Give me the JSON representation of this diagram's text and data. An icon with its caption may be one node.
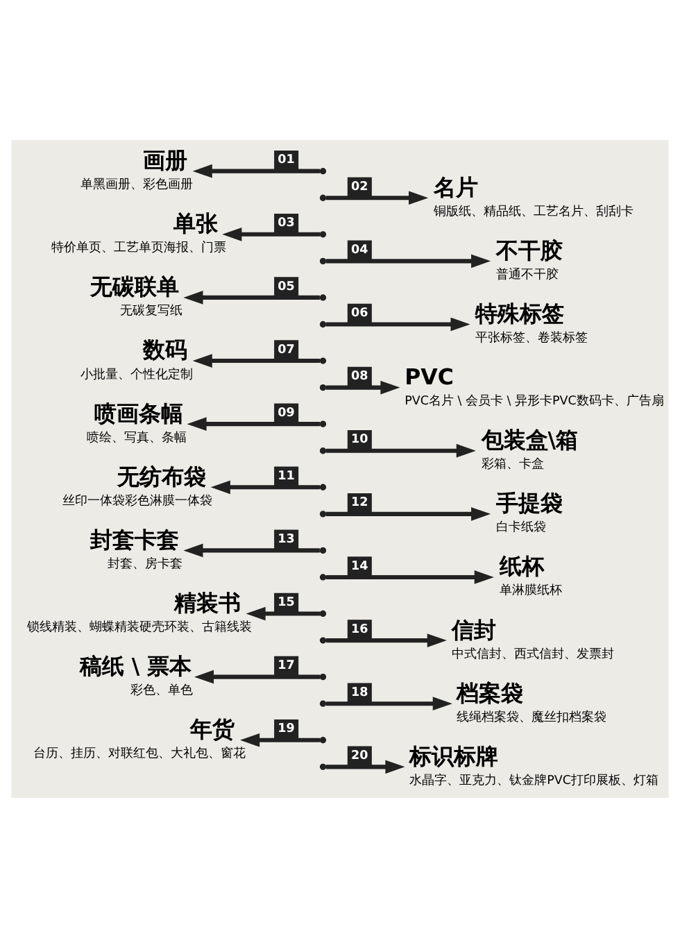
{
  "diagram": {
    "nodes": [
      {
        "text": [
          "画册",
          "单黑画册、彩色画册"
        ]
      },
      {
        "text": [
          "名片",
          "铜版纸、精品纸、工艺名片、刮刮卡"
        ]
      },
      {
        "text": [
          "单张",
          "特价单页、工艺单页海报、门票"
        ]
      },
      {
        "text": [
          "不干胶",
          "普通不干胶"
        ]
      },
      {
        "text": [
          "无碳联单",
          "无碳复写纸"
        ]
      },
      {
        "text": [
          "特殊标签",
          "平张标签、卷装标签"
        ]
      },
      {
        "text": [
          "数码",
          "小批量、个性化定制"
        ]
      },
      {
        "text": [
          "PVC",
          "PVC名片 \\ 会员卡 \\ 异形卡PVC数码卡、广告扇"
        ]
      },
      {
        "text": [
          "喷画条幅",
          "喷绘、写真、条幅"
        ]
      },
      {
        "text": [
          "包装盒\\箱",
          "彩箱、卡盒"
        ]
      },
      {
        "text": [
          "无纺布袋",
          "丝印一体袋彩色淋膜一体袋"
        ]
      },
      {
        "text": [
          "手提袋",
          "白卡纸袋"
        ]
      },
      {
        "text": [
          "封套卡套",
          "封套、房卡套"
        ]
      },
      {
        "text": [
          "纸杯",
          "单淋膜纸杯"
        ]
      },
      {
        "text": [
          "精装书",
          "锁线精装、蝴蝶精装硬壳环装、古籍线装"
        ]
      },
      {
        "text": [
          "信封",
          "中式信封、西式信封、发票封"
        ]
      },
      {
        "text": [
          "稿纸 \\ 票本",
          "彩色、单色"
        ]
      },
      {
        "text": [
          "档案袋",
          "线绳档案袋、魔丝扣档案袋"
        ]
      },
      {
        "text": [
          "年货",
          "台历、挂历、对联红包、大礼包、窗花"
        ]
      },
      {
        "text": [
          "标识标牌",
          "水晶字、亚克力、钛金牌PVC打印展板、灯箱"
        ]
      }
    ],
    "edges": [
      {
        "from": null,
        "to": 0,
        "arrow": "to",
        "label": "01"
      },
      {
        "from": null,
        "to": 1,
        "arrow": "to",
        "label": "02"
      },
      {
        "from": null,
        "to": 2,
        "arrow": "to",
        "label": "03"
      },
      {
        "from": null,
        "to": 3,
        "arrow": "to",
        "label": "04"
      },
      {
        "from": null,
        "to": 4,
        "arrow": "to",
        "label": "05"
      },
      {
        "from": null,
        "to": 5,
        "arrow": "to",
        "label": "06"
      },
      {
        "from": null,
        "to": 6,
        "arrow": "to",
        "label": "07"
      },
      {
        "from": null,
        "to": 7,
        "arrow": "to",
        "label": "08"
      },
      {
        "from": null,
        "to": 8,
        "arrow": "to",
        "label": "09"
      },
      {
        "from": null,
        "to": 9,
        "arrow": "to",
        "label": "10"
      },
      {
        "from": null,
        "to": 10,
        "arrow": "to",
        "label": "11"
      },
      {
        "from": null,
        "to": 11,
        "arrow": "to",
        "label": "12"
      },
      {
        "from": null,
        "to": 12,
        "arrow": "to",
        "label": "13"
      },
      {
        "from": null,
        "to": 13,
        "arrow": "to",
        "label": "14"
      },
      {
        "from": null,
        "to": 14,
        "arrow": "to",
        "label": "15"
      },
      {
        "from": null,
        "to": 15,
        "arrow": "to",
        "label": "16"
      },
      {
        "from": null,
        "to": 16,
        "arrow": "to",
        "label": "17"
      },
      {
        "from": null,
        "to": 17,
        "arrow": "to",
        "label": "18"
      },
      {
        "from": null,
        "to": 18,
        "arrow": "to",
        "label": "19"
      },
      {
        "from": null,
        "to": 19,
        "arrow": "to",
        "label": "20"
      }
    ]
  }
}
